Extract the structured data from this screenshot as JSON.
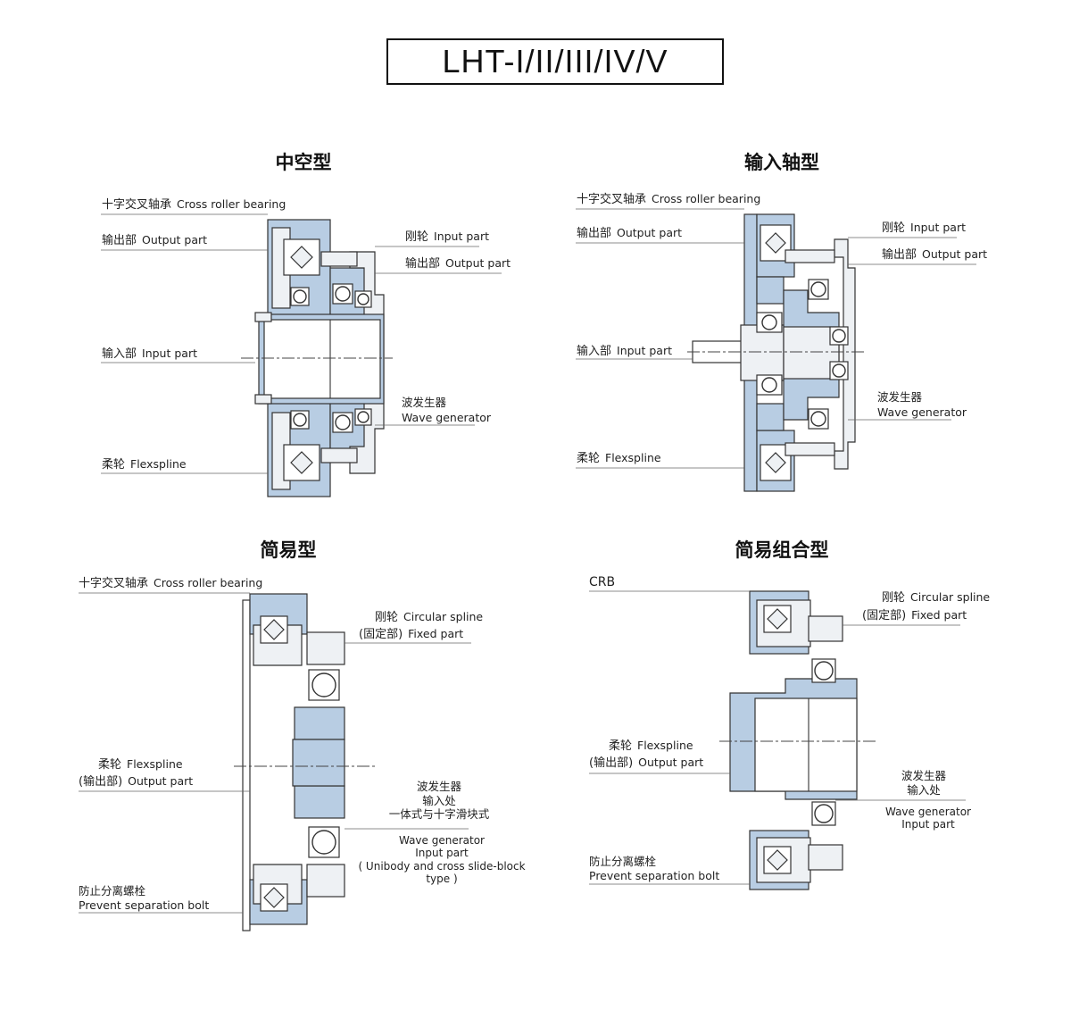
{
  "title": "LHT-I/II/III/IV/V",
  "colors": {
    "part_blue": "#b8cde3",
    "part_light": "#eef1f4",
    "line": "#333333"
  },
  "sections": {
    "hollow": {
      "title": "中空型",
      "labels": {
        "crb_cn": "十字交叉轴承",
        "crb_en": "Cross roller bearing",
        "output_cn": "输出部",
        "output_en": "Output part",
        "rigid_cn": "刚轮",
        "rigid_en": "Input part",
        "output2_cn": "输出部",
        "output2_en": "Output part",
        "input_cn": "输入部",
        "input_en": "Input part",
        "wave_cn": "波发生器",
        "wave_en": "Wave generator",
        "flex_cn": "柔轮",
        "flex_en": "Flexspline"
      }
    },
    "shaft": {
      "title": "输入轴型",
      "labels": {
        "crb_cn": "十字交叉轴承",
        "crb_en": "Cross roller bearing",
        "output_cn": "输出部",
        "output_en": "Output part",
        "rigid_cn": "刚轮",
        "rigid_en": "Input part",
        "output2_cn": "输出部",
        "output2_en": "Output part",
        "input_cn": "输入部",
        "input_en": "Input part",
        "wave_cn": "波发生器",
        "wave_en": "Wave generator",
        "flex_cn": "柔轮",
        "flex_en": "Flexspline"
      }
    },
    "simple": {
      "title": "简易型",
      "labels": {
        "crb_cn": "十字交叉轴承",
        "crb_en": "Cross roller bearing",
        "rigid_cn": "刚轮",
        "rigid_en": "Circular spline",
        "fixed_cn": "(固定部)",
        "fixed_en": "Fixed part",
        "flex_cn": "柔轮",
        "flex_en": "Flexspline",
        "flexout_cn": "(输出部)",
        "flexout_en": "Output part",
        "wave_cn1": "波发生器",
        "wave_cn2": "输入处",
        "wave_cn3": "一体式与十字滑块式",
        "wave_en1": "Wave generator",
        "wave_en2": "Input part",
        "wave_en3": "( Unibody and cross slide-block type )",
        "bolt_cn": "防止分离螺栓",
        "bolt_en": "Prevent separation bolt"
      }
    },
    "combo": {
      "title": "简易组合型",
      "labels": {
        "crb": "CRB",
        "rigid_cn": "刚轮",
        "rigid_en": "Circular spline",
        "fixed_cn": "(固定部)",
        "fixed_en": "Fixed part",
        "flex_cn": "柔轮",
        "flex_en": "Flexspline",
        "flexout_cn": "(输出部)",
        "flexout_en": "Output part",
        "wave_cn1": "波发生器",
        "wave_cn2": "输入处",
        "wave_en1": "Wave generator",
        "wave_en2": "Input part",
        "bolt_cn": "防止分离螺栓",
        "bolt_en": "Prevent separation bolt"
      }
    }
  }
}
